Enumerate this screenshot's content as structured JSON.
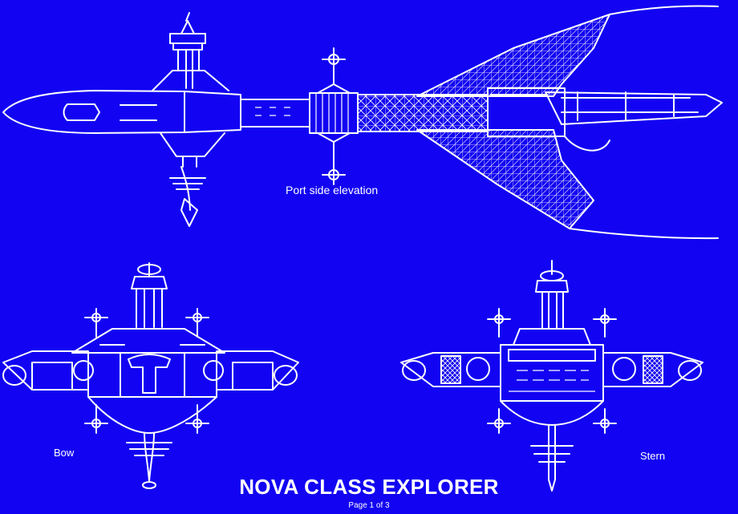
{
  "labels": {
    "port_side": "Port side elevation",
    "bow": "Bow",
    "stern": "Stern"
  },
  "title": "NOVA CLASS EXPLORER",
  "page_indicator": "Page 1 of 3",
  "colors": {
    "background": "#1203f2",
    "ink": "#ffffff"
  }
}
